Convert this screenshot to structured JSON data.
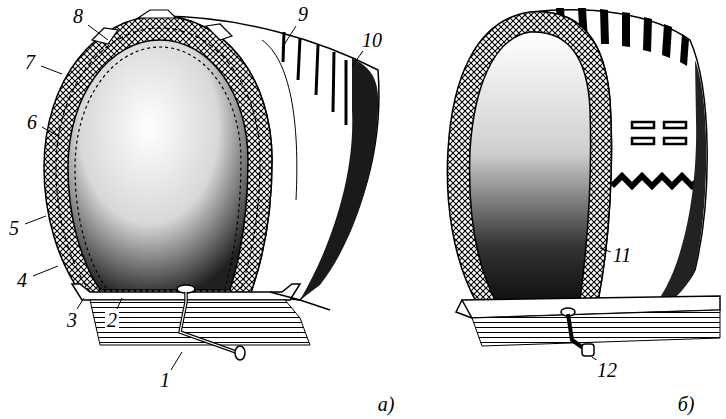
{
  "diagram": {
    "labels": [
      "8",
      "7",
      "6",
      "5",
      "4",
      "3",
      "2",
      "1",
      "9",
      "10",
      "11",
      "12",
      "а)",
      "б)"
    ]
  }
}
